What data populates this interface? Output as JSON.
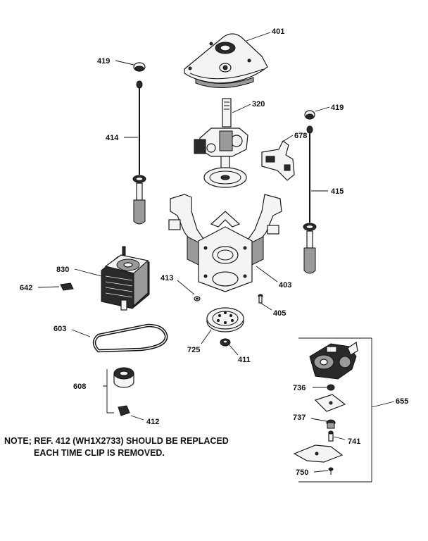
{
  "diagram": {
    "labels": {
      "p401": "401",
      "p419a": "419",
      "p419b": "419",
      "p320": "320",
      "p414": "414",
      "p678": "678",
      "p415": "415",
      "p830": "830",
      "p642": "642",
      "p413": "413",
      "p403": "403",
      "p405": "405",
      "p603": "603",
      "p725": "725",
      "p411": "411",
      "p608": "608",
      "p412": "412",
      "p655": "655",
      "p736": "736",
      "p737": "737",
      "p741": "741",
      "p750": "750"
    },
    "note_line1": "NOTE; REF. 412 (WH1X2733) SHOULD BE REPLACED",
    "note_line2": "EACH TIME CLIP IS REMOVED."
  }
}
